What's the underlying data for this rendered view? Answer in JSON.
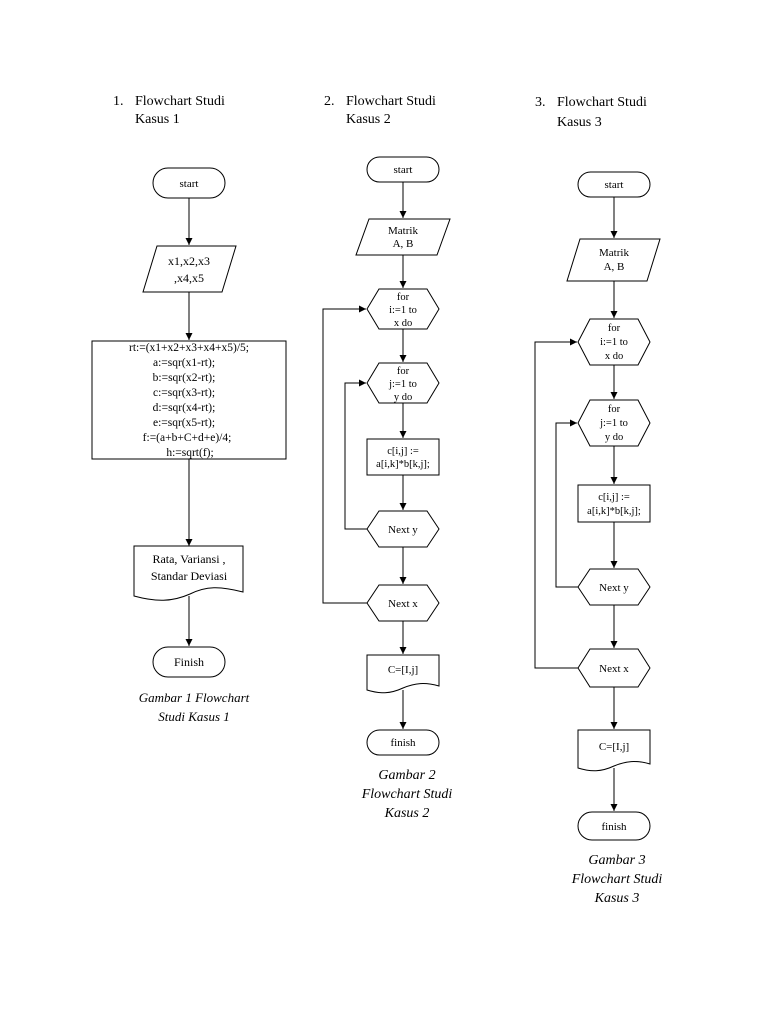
{
  "flowchart1": {
    "heading": {
      "number": "1.",
      "line1": "Flowchart Studi",
      "line2": "Kasus 1"
    },
    "start": "start",
    "input": {
      "line1": "x1,x2,x3",
      "line2": ",x4,x5"
    },
    "process": [
      "rt:=(x1+x2+x3+x4+x5)/5;",
      "a:=sqr(x1-rt);",
      "b:=sqr(x2-rt);",
      "c:=sqr(x3-rt);",
      "d:=sqr(x4-rt);",
      "e:=sqr(x5-rt);",
      "f:=(a+b+C+d+e)/4;",
      "h:=sqrt(f);"
    ],
    "output": {
      "line1": "Rata, Variansi ,",
      "line2": "Standar Deviasi"
    },
    "end": "Finish",
    "caption": {
      "line1": "Gambar 1 Flowchart",
      "line2": "Studi Kasus 1"
    }
  },
  "flowchart2": {
    "heading": {
      "number": "2.",
      "line1": "Flowchart Studi",
      "line2": "Kasus 2"
    },
    "start": "start",
    "input": {
      "line1": "Matrik",
      "line2": "A, B"
    },
    "loop_i": {
      "line1": "for",
      "line2": "i:=1 to",
      "line3": "x do"
    },
    "loop_j": {
      "line1": "for",
      "line2": "j:=1 to",
      "line3": "y do"
    },
    "process": {
      "line1": "c[i,j] :=",
      "line2": "a[i,k]*b[k,j];"
    },
    "next_y": "Next y",
    "next_x": "Next x",
    "output": "C=[I,j]",
    "end": "finish",
    "caption": {
      "line1": "Gambar 2",
      "line2": "Flowchart Studi",
      "line3": "Kasus 2"
    }
  },
  "flowchart3": {
    "heading": {
      "number": "3.",
      "line1": "Flowchart Studi",
      "line2": "Kasus 3"
    },
    "start": "start",
    "input": {
      "line1": "Matrik",
      "line2": "A, B"
    },
    "loop_i": {
      "line1": "for",
      "line2": "i:=1 to",
      "line3": "x do"
    },
    "loop_j": {
      "line1": "for",
      "line2": "j:=1 to",
      "line3": "y do"
    },
    "process": {
      "line1": "c[i,j] :=",
      "line2": "a[i,k]*b[k,j];"
    },
    "next_y": "Next y",
    "next_x": "Next x",
    "output": "C=[I,j]",
    "end": "finish",
    "caption": {
      "line1": "Gambar 3",
      "line2": "Flowchart Studi",
      "line3": "Kasus 3"
    }
  }
}
